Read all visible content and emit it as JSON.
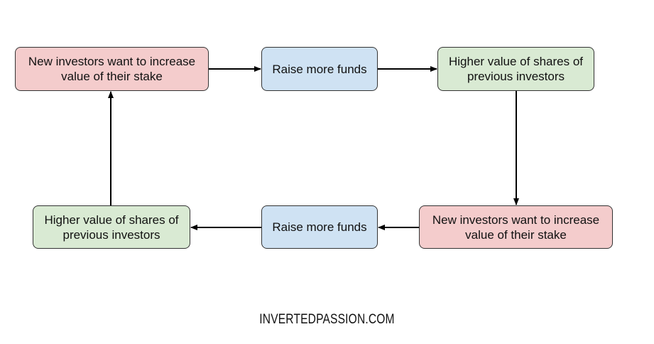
{
  "nodes": [
    {
      "id": "n1",
      "text": "New investors want to increase value of their stake",
      "color": "#f4cccc"
    },
    {
      "id": "n2",
      "text": "Raise more funds",
      "color": "#cfe2f3"
    },
    {
      "id": "n3",
      "text": "Higher value of shares of previous investors",
      "color": "#d9ead3"
    },
    {
      "id": "n4",
      "text": "New investors want to increase value of their stake",
      "color": "#f4cccc"
    },
    {
      "id": "n5",
      "text": "Raise more funds",
      "color": "#cfe2f3"
    },
    {
      "id": "n6",
      "text": "Higher value of shares of previous investors",
      "color": "#d9ead3"
    }
  ],
  "edges": [
    {
      "from": "n1",
      "to": "n2"
    },
    {
      "from": "n2",
      "to": "n3"
    },
    {
      "from": "n3",
      "to": "n4"
    },
    {
      "from": "n4",
      "to": "n5"
    },
    {
      "from": "n5",
      "to": "n6"
    },
    {
      "from": "n6",
      "to": "n1"
    }
  ],
  "footer": "INVERTEDPASSION.COM"
}
